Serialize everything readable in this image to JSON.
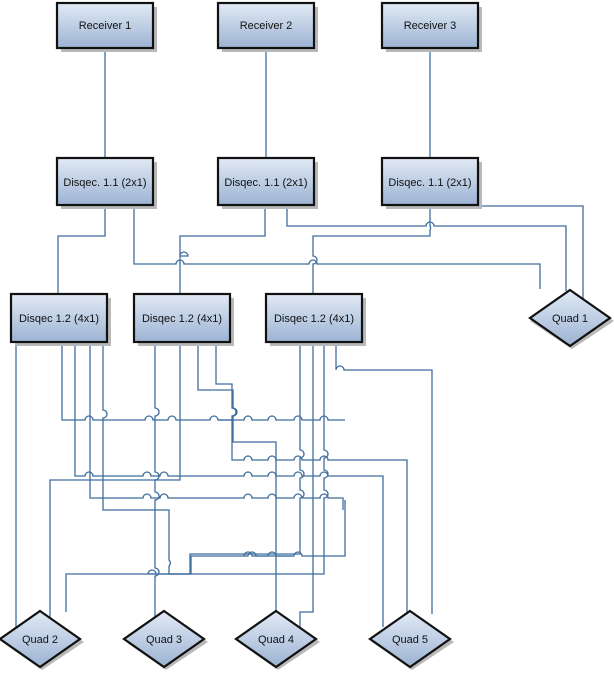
{
  "diagram": {
    "receivers": [
      {
        "id": "r1",
        "label": "Receiver 1"
      },
      {
        "id": "r2",
        "label": "Receiver 2"
      },
      {
        "id": "r3",
        "label": "Receiver 3"
      }
    ],
    "disqec_2x1": [
      {
        "id": "d1",
        "label": "Disqec. 1.1 (2x1)"
      },
      {
        "id": "d2",
        "label": "Disqec. 1.1 (2x1)"
      },
      {
        "id": "d3",
        "label": "Disqec. 1.1 (2x1)"
      }
    ],
    "disqec_4x1": [
      {
        "id": "s1",
        "label": "Disqec 1.2 (4x1)"
      },
      {
        "id": "s2",
        "label": "Disqec 1.2 (4x1)"
      },
      {
        "id": "s3",
        "label": "Disqec 1.2 (4x1)"
      }
    ],
    "quads": [
      {
        "id": "q1",
        "label": "Quad 1"
      },
      {
        "id": "q2",
        "label": "Quad 2"
      },
      {
        "id": "q3",
        "label": "Quad 3"
      },
      {
        "id": "q4",
        "label": "Quad 4"
      },
      {
        "id": "q5",
        "label": "Quad 5"
      }
    ],
    "colors": {
      "wire": "#3f6e9e",
      "box_top": "#dfe8f4",
      "box_bottom": "#9bb2d2",
      "border": "#111111"
    }
  }
}
